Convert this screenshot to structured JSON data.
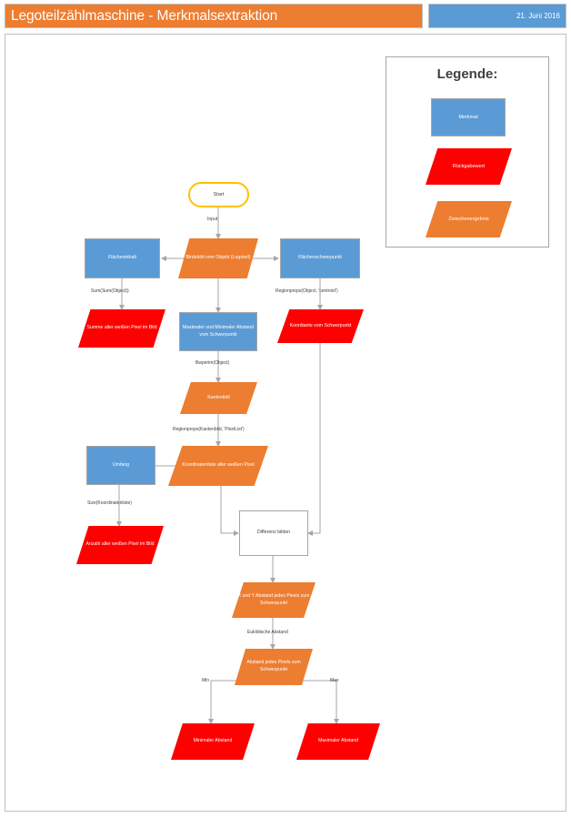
{
  "header": {
    "title": "Legoteilzählmaschine - Merkmalsextraktion",
    "date": "21. Juni 2016"
  },
  "legend": {
    "title": "Legende:",
    "items": [
      {
        "label": "Merkmal",
        "shape": "rectangle",
        "color": "#5B9BD5"
      },
      {
        "label": "Rückgabewert",
        "shape": "parallelogram",
        "color": "#FF0000"
      },
      {
        "label": "Zwischenergebnis",
        "shape": "parallelogram",
        "color": "#ED7D31"
      }
    ]
  },
  "flowchart": {
    "nodes": [
      {
        "id": "start",
        "label": "Start",
        "shape": "rounded",
        "color": "#FFC000"
      },
      {
        "id": "binaerbild",
        "label": "Binärbild vom Objekt (Legoteil)",
        "shape": "parallelogram",
        "color": "#ED7D31"
      },
      {
        "id": "flaecheninhalt",
        "label": "Flächeninhalt",
        "shape": "rectangle",
        "color": "#5B9BD5"
      },
      {
        "id": "schwerpunkt",
        "label": "Flächenschwerpunkt",
        "shape": "rectangle",
        "color": "#5B9BD5"
      },
      {
        "id": "summe",
        "label": "Summe aller weißen Pixel im Bild",
        "shape": "parallelogram",
        "color": "#FF0000"
      },
      {
        "id": "maxmin",
        "label": "Maximaler und Minimaler Abstand vom Schwerpunkt",
        "shape": "rectangle",
        "color": "#5B9BD5"
      },
      {
        "id": "koordiante",
        "label": "Koordiante vom Schwerpunkt",
        "shape": "parallelogram",
        "color": "#FF0000"
      },
      {
        "id": "kantenbild",
        "label": "Kantenbild",
        "shape": "parallelogram",
        "color": "#ED7D31"
      },
      {
        "id": "umfang",
        "label": "Umfang",
        "shape": "rectangle",
        "color": "#5B9BD5"
      },
      {
        "id": "koordliste",
        "label": "Koordinatenliste aller weißen Pixel",
        "shape": "parallelogram",
        "color": "#ED7D31"
      },
      {
        "id": "anzahl",
        "label": "Anzahl aller weißen Pixel im Bild",
        "shape": "parallelogram",
        "color": "#FF0000"
      },
      {
        "id": "differenz",
        "label": "Differenz bilden",
        "shape": "rectangle",
        "color": "#FFFFFF"
      },
      {
        "id": "xyabstand",
        "label": "X und Y Abstand jedes Pixels zum Schwerpunkt",
        "shape": "parallelogram",
        "color": "#ED7D31"
      },
      {
        "id": "abstand",
        "label": "Abstand jedes Pixels zum Schwerpunkt",
        "shape": "parallelogram",
        "color": "#ED7D31"
      },
      {
        "id": "minabstand",
        "label": "Minimaler Abstand",
        "shape": "parallelogram",
        "color": "#FF0000"
      },
      {
        "id": "maxabstand",
        "label": "Maximaler Abstand",
        "shape": "parallelogram",
        "color": "#FF0000"
      }
    ],
    "edge_labels": [
      {
        "id": "input",
        "text": "Input"
      },
      {
        "id": "sumsum",
        "text": "Sum(Sum(Object))"
      },
      {
        "id": "regioncentroid",
        "text": "Regionprops(Object, 'centroid')"
      },
      {
        "id": "bwperim",
        "text": "Bwperim(Object)"
      },
      {
        "id": "regionpixel",
        "text": "Regionprops(Kantenbild, 'PixelList')"
      },
      {
        "id": "size",
        "text": "Size(Koordinatenliste)"
      },
      {
        "id": "euklid",
        "text": "Euklidische Abstand"
      },
      {
        "id": "min",
        "text": "Min"
      },
      {
        "id": "max",
        "text": "Max"
      }
    ]
  }
}
